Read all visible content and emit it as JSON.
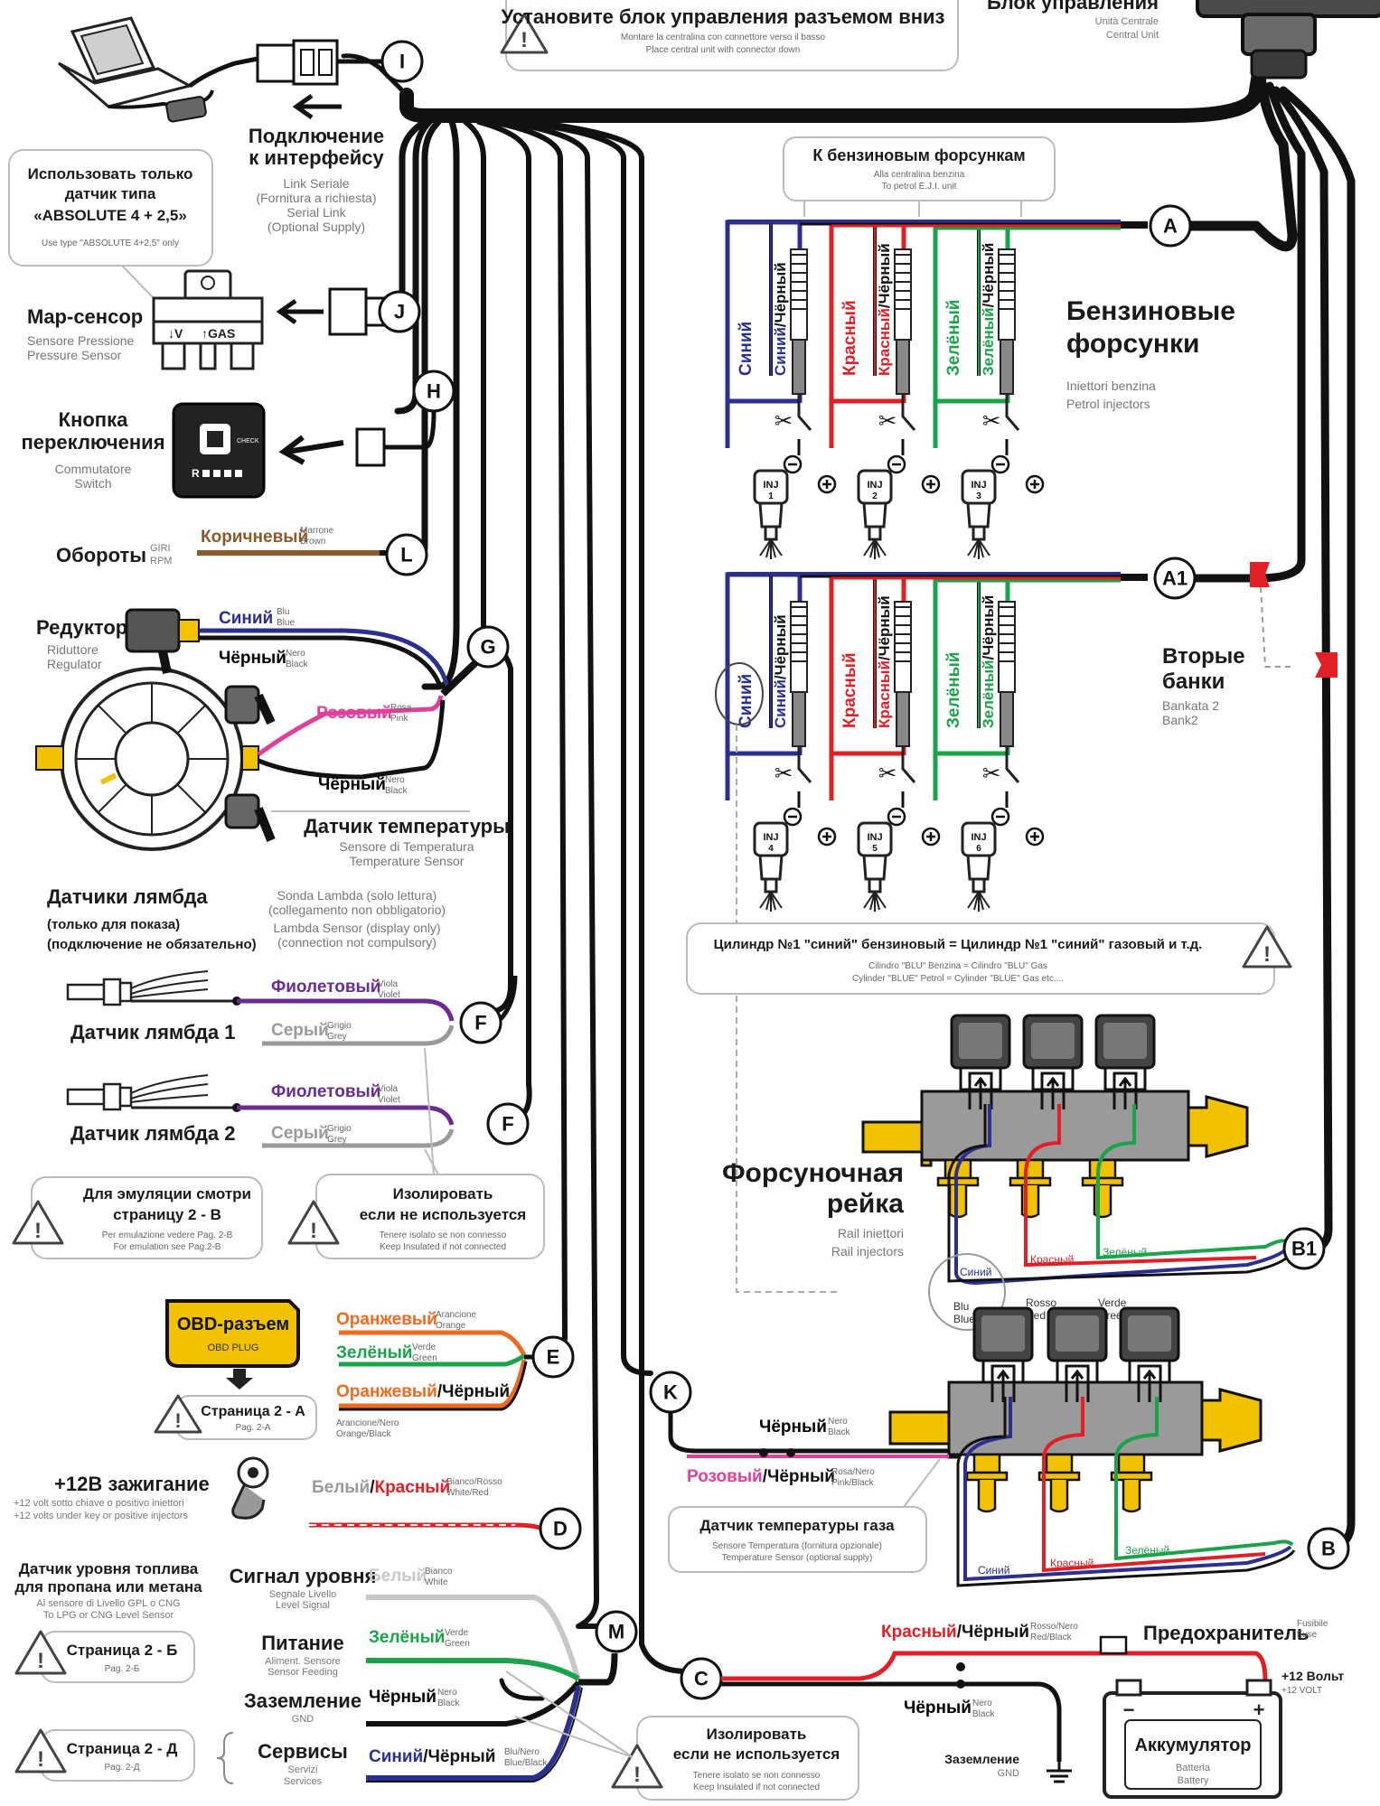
{
  "top": {
    "install_title": "Установите блок управления разъемом вниз",
    "install_sub_it": "Montare la centralina con connettore verso il basso",
    "install_sub_en": "Place central unit with connector down",
    "ecu_title": "Блок управления",
    "ecu_sub_it": "Unità Centrale",
    "ecu_sub_en": "Central Unit"
  },
  "nodes": {
    "I": "I",
    "J": "J",
    "H": "H",
    "L": "L",
    "G": "G",
    "F1": "F",
    "F2": "F",
    "E": "E",
    "D": "D",
    "M": "M",
    "C": "C",
    "K": "K",
    "A": "A",
    "A1": "A1",
    "B1": "B1",
    "B": "B"
  },
  "interface": {
    "title1": "Подключение",
    "title2": "к интерфейсу",
    "sub1": "Link Seriale",
    "sub2": "(Fornitura a richiesta)",
    "sub3": "Serial Link",
    "sub4": "(Optional Supply)"
  },
  "map_note": {
    "line1": "Использовать только",
    "line2": "датчик типа",
    "line3": "«ABSOLUTE 4 + 2,5»",
    "sub": "Use type \"ABSOLUTE 4+2,5\" only"
  },
  "map_sensor": {
    "title": "Map-сенсор",
    "sub_it": "Sensore Pressione",
    "sub_en": "Pressure Sensor",
    "label_v": "↓V",
    "label_gas": "↑GAS"
  },
  "switch": {
    "title1": "Кнопка",
    "title2": "переключения",
    "sub_it": "Commutatore",
    "sub_en": "Switch",
    "check": "CHECK",
    "r": "R"
  },
  "rpm": {
    "title": "Обороты",
    "giri": "GIRI",
    "rpm": "RPM",
    "wire": "Коричневый",
    "wire_it": "Marrone",
    "wire_en": "Brown"
  },
  "regulator": {
    "title": "Редуктор",
    "sub_it": "Riduttore",
    "sub_en": "Regulator",
    "w_blue": "Синий",
    "w_blue_it": "Blu",
    "w_blue_en": "Blue",
    "w_black": "Чёрный",
    "w_black_it": "Nero",
    "w_black_en": "Black",
    "w_pink": "Розовый",
    "w_pink_it": "Rosa",
    "w_pink_en": "Pink",
    "w_black2": "Чёрный",
    "w_black2_it": "Nero",
    "w_black2_en": "Black",
    "temp_title": "Датчик температуры",
    "temp_it": "Sensore di Temperatura",
    "temp_en": "Temperature Sensor"
  },
  "lambda": {
    "title": "Датчики лямбда",
    "note1": "(только для показа)",
    "note2": "(подключение не обязательно)",
    "sub1": "Sonda Lambda (solo lettura)",
    "sub2": "(collegamento non obbligatorio)",
    "sub3": "Lambda Sensor (display only)",
    "sub4": "(connection not compulsory)",
    "s1": "Датчик лямбда 1",
    "s2": "Датчик лямбда 2",
    "violet": "Фиолетовый",
    "violet_it": "Viola",
    "violet_en": "Violet",
    "grey": "Серый",
    "grey_it": "Grigio",
    "grey_en": "Grey"
  },
  "warn_emul": {
    "line1": "Для эмуляции смотри",
    "line2": "страницу 2 - В",
    "sub1": "Per emulazione vedere Pag. 2-B",
    "sub2": "For emulation see Pag.2-B"
  },
  "warn_isolate1": {
    "line1": "Изолировать",
    "line2": "если не используется",
    "sub1": "Tenere isolato se non connesso",
    "sub2": "Keep Insulated if not connected"
  },
  "obd": {
    "title": "OBD-разъем",
    "sub": "OBD PLUG",
    "page": "Страница 2 - А",
    "page_sub": "Pag. 2-A",
    "w1": "Оранжевый",
    "w1_it": "Arancione",
    "w1_en": "Orange",
    "w2": "Зелёный",
    "w2_it": "Verde",
    "w2_en": "Green",
    "w3a": "Оранжевый",
    "w3b": "/Чёрный",
    "w3_it": "Arancione/Nero",
    "w3_en": "Orange/Black"
  },
  "ignition": {
    "title": "+12В зажигание",
    "sub1": "+12 volt sotto chiave o positivo iniettori",
    "sub2": "+12 volts under key or positive injectors",
    "wa": "Белый",
    "wb": "/",
    "wc": "Красный",
    "w_it": "Bianco/Rosso",
    "w_en": "White/Red"
  },
  "level": {
    "title1": "Датчик уровня топлива",
    "title2": "для пропана или метана",
    "sub1": "Al sensore di Livello GPL o CNG",
    "sub2": "To LPG or CNG Level Sensor",
    "page1": "Страница 2 - Б",
    "page1_sub": "Pag. 2-Б",
    "page2": "Страница 2 - Д",
    "page2_sub": "Pag. 2-Д",
    "sig": "Сигнал уровня",
    "sig_it": "Segnale Livello",
    "sig_en": "Level Signal",
    "pwr": "Питание",
    "pwr_it": "Aliment. Sensore",
    "pwr_en": "Sensor Feeding",
    "gnd": "Заземление",
    "gnd_en": "GND",
    "srv": "Сервисы",
    "srv_it": "Servizi",
    "srv_en": "Services",
    "w_white": "Белый",
    "w_white_it": "Bianco",
    "w_white_en": "White",
    "w_green": "Зелёный",
    "w_green_it": "Verde",
    "w_green_en": "Green",
    "w_black": "Чёрный",
    "w_black_it": "Nero",
    "w_black_en": "Black",
    "w_blue": "Синий",
    "w_slash": "/Чёрный",
    "w_bb_it": "Blu/Nero",
    "w_bb_en": "Blue/Black"
  },
  "warn_isolate2": {
    "line1": "Изолировать",
    "line2": "если не используется",
    "sub1": "Tenere isolato se non connesso",
    "sub2": "Keep Insulated if not connected"
  },
  "petrol": {
    "to_petrol": "К бензиновым форсункам",
    "to_petrol_it": "Alla centralina benzina",
    "to_petrol_en": "To petrol E.J.I. unit",
    "title1": "Бензиновые",
    "title2": "форсунки",
    "sub_it": "Iniettori benzina",
    "sub_en": "Petrol injectors",
    "blue": "Синий",
    "blue_black": "Синий/Чёрный",
    "red": "Красный",
    "red_black": "Красный/Чёрный",
    "green": "Зелёный",
    "green_black": "Зелёный/Чёрный",
    "inj": "INJ",
    "bank2_1": "Вторые",
    "bank2_2": "банки",
    "bank2_it": "Bankata 2",
    "bank2_en": "Bank2"
  },
  "cylinder_note": {
    "title": "Цилиндр №1 \"синий\" бензиновый = Цилиндр №1 \"синий\" газовый и т.д.",
    "sub1": "Cilindro \"BLU\" Benzina = Cilindro \"BLU\" Gas",
    "sub2": "Cylinder \"BLUE\" Petrol = Cylinder \"BLUE\" Gas etc...."
  },
  "rail": {
    "title1": "Форсуночная",
    "title2": "рейка",
    "sub_it": "Rail iniettori",
    "sub_en": "Rail injectors",
    "w_blue": "Синий",
    "w_red": "Красный",
    "w_green": "Зелёный",
    "blue_it": "Blu",
    "blue_en": "Blue",
    "red_it": "Rosso",
    "red_en": "Red",
    "green_it": "Verde",
    "green_en": "Green"
  },
  "gas_temp": {
    "black": "Чёрный",
    "black_it": "Nero",
    "black_en": "Black",
    "pink": "Розовый",
    "pink_black": "/Чёрный",
    "pb_it": "Rosa/Nero",
    "pb_en": "Pink/Black",
    "title": "Датчик температуры газа",
    "sub1": "Sensore Temperatura (fornitura opzionale)",
    "sub2": "Temperature Sensor (optional supply)"
  },
  "battery": {
    "wire_a": "Красный",
    "wire_b": "/Чёрный",
    "wire_it": "Rosso/Nero",
    "wire_en": "Red/Black",
    "fuse": "Предохранитель",
    "fuse_it": "Fusibile",
    "fuse_en": "Fuse",
    "plus": "+12 Вольт",
    "plus_en": "+12 VOLT",
    "black": "Чёрный",
    "black_it": "Nero",
    "black_en": "Black",
    "gnd": "Заземление",
    "gnd_en": "GND",
    "title": "Аккумулятор",
    "sub_it": "Batteria",
    "sub_en": "Battery"
  },
  "colors": {
    "black": "#111111",
    "blue": "#2b2f8f",
    "red": "#e31f26",
    "green": "#1aa34a",
    "pink": "#e0409a",
    "violet": "#6a2c91",
    "grey": "#9a9a9a",
    "brown": "#8b5a2b",
    "orange": "#ee6a1f",
    "yellow": "#f2c200"
  }
}
